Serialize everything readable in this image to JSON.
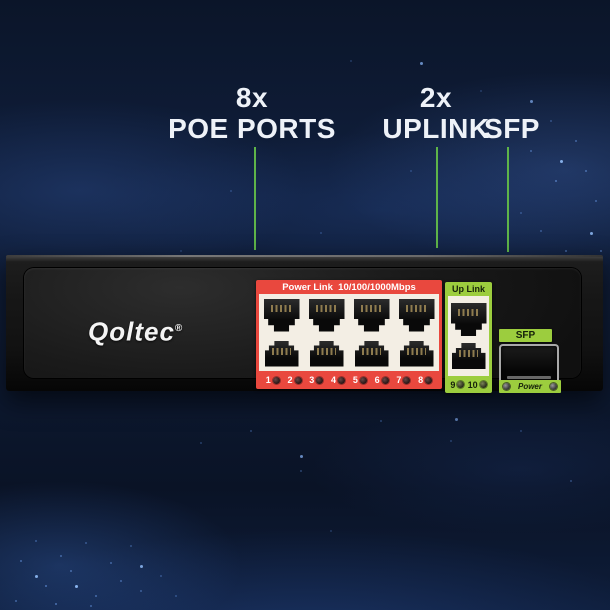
{
  "annotations": {
    "poe": {
      "count": "8x",
      "label": "POE PORTS"
    },
    "uplink": {
      "count": "2x",
      "label": "UPLINK"
    },
    "sfp": {
      "label": "SFP"
    }
  },
  "device": {
    "brand": "Qoltec",
    "brand_reg": "®",
    "poe": {
      "header": "Power Link  10/100/1000Mbps",
      "port_numbers": [
        "1",
        "2",
        "3",
        "4",
        "5",
        "6",
        "7",
        "8"
      ]
    },
    "uplink": {
      "header": "Up Link",
      "port_numbers": [
        "9",
        "10"
      ]
    },
    "sfp": {
      "label": "SFP",
      "power_label": "Power"
    }
  },
  "colors": {
    "poe_red": "#e9483e",
    "uplink_green": "#9ccd3e",
    "pointer_line_green": "#5eb449",
    "background_navy": "#0e1b34",
    "annotation_text": "#eef2f8"
  }
}
